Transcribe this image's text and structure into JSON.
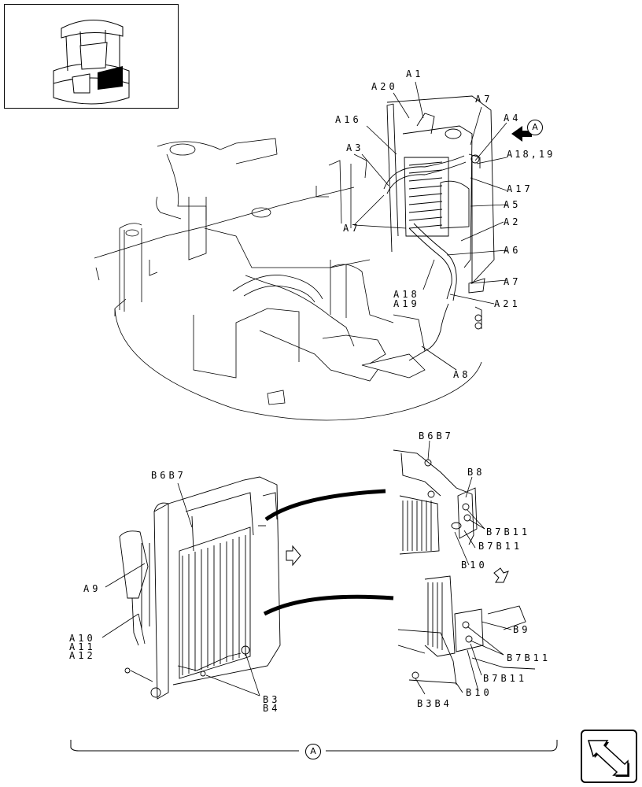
{
  "callouts": {
    "A1": "A1",
    "A20": "A20",
    "A7_top": "A7",
    "A4": "A4",
    "A16": "A16",
    "A18_19_right": "A18,19",
    "A3": "A3",
    "A17": "A17",
    "A5": "A5",
    "A2": "A2",
    "A7_left": "A7",
    "A6": "A6",
    "A7_bottom": "A7",
    "A18": "A18",
    "A19": "A19",
    "A21": "A21",
    "A8": "A8",
    "B6B7_right": "B6B7",
    "B8": "B8",
    "B7B11_a": "B7B11",
    "B7B11_b": "B7B11",
    "B10_upper": "B10",
    "B9": "B9",
    "B7B11_c": "B7B11",
    "B7B11_d": "B7B11",
    "B10_lower": "B10",
    "B3B4_right": "B3B4",
    "B6B7_left": "B6B7",
    "A9": "A9",
    "A10": "A10",
    "A11": "A11",
    "A12": "A12",
    "B3": "B3",
    "B4": "B4"
  },
  "view_marker": "A",
  "colors": {
    "line": "#000000",
    "paper": "#ffffff",
    "hose": "#000000"
  },
  "icons": {
    "view-arrow": "arrow-icon",
    "nav": "return-arrow-icon"
  }
}
